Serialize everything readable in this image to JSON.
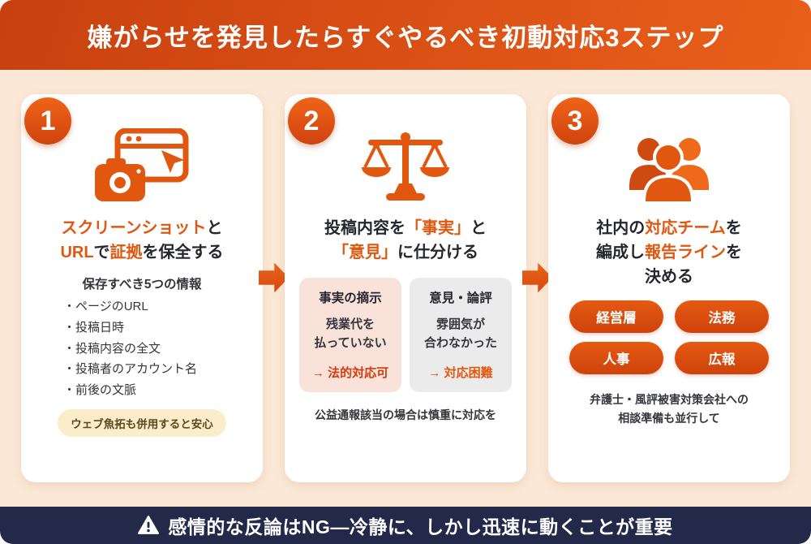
{
  "header": {
    "title": "嫌がらせを発見したらすぐやるべき初動対応3ステップ"
  },
  "colors": {
    "accent": "#e2570f",
    "header_gradient_start": "#c8400f",
    "header_gradient_end": "#e9601b",
    "background": "#fbe8d7",
    "footer_bg": "#232948",
    "fact_box_bg": "#f9e2d9",
    "opinion_box_bg": "#ebebeb",
    "note_pill_bg": "#fcedca",
    "fact_verdict": "#d23c0c",
    "opinion_verdict": "#e2570f"
  },
  "step1": {
    "number": "1",
    "title": {
      "l1a": "スクリーンショット",
      "l1b": "と",
      "l2a": "URL",
      "l2b": "で",
      "l2c": "証拠",
      "l2d": "を保全する"
    },
    "subtitle": "保存すべき5つの情報",
    "items": [
      "ページのURL",
      "投稿日時",
      "投稿内容の全文",
      "投稿者のアカウント名",
      "前後の文脈"
    ],
    "note": "ウェブ魚拓も併用すると安心"
  },
  "step2": {
    "number": "2",
    "title": {
      "l1a": "投稿内容を",
      "l1b": "「事実」",
      "l1c": "と",
      "l2a": "「意見」",
      "l2b": "に仕分ける"
    },
    "fact": {
      "heading": "事実の摘示",
      "example_l1": "残業代を",
      "example_l2": "払っていない",
      "verdict": "→ 法的対応可"
    },
    "opinion": {
      "heading": "意見・論評",
      "example_l1": "雰囲気が",
      "example_l2": "合わなかった",
      "verdict": "→ 対応困難"
    },
    "note": "公益通報該当の場合は慎重に対応を"
  },
  "step3": {
    "number": "3",
    "title": {
      "l1a": "社内の",
      "l1b": "対応チーム",
      "l1c": "を",
      "l2a": "編成し",
      "l2b": "報告ライン",
      "l2c": "を",
      "l3": "決める"
    },
    "teams": [
      "経営層",
      "法務",
      "人事",
      "広報"
    ],
    "note_l1": "弁護士・風評被害対策会社への",
    "note_l2": "相談準備も並行して"
  },
  "footer": {
    "text": "感情的な反論はNG―冷静に、しかし迅速に動くことが重要"
  }
}
